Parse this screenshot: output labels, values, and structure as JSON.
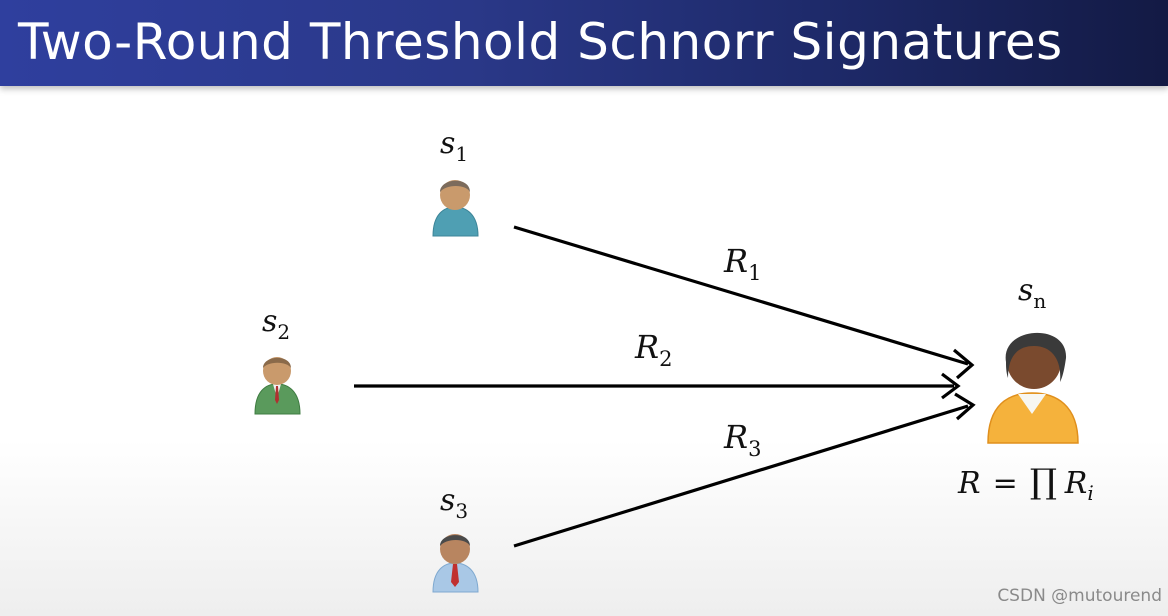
{
  "slide": {
    "title": "Two-Round Threshold Schnorr Signatures"
  },
  "signers": [
    {
      "id": "s1",
      "base": "s",
      "sub": "1",
      "icon": "person-teal-icon",
      "shirt": "#4f9fb3",
      "shirt_dark": "#3d8598"
    },
    {
      "id": "s2",
      "base": "s",
      "sub": "2",
      "icon": "person-green-suit-icon",
      "shirt": "#5a9a5c",
      "shirt_dark": "#3f7c42"
    },
    {
      "id": "s3",
      "base": "s",
      "sub": "3",
      "icon": "person-blue-shirt-icon",
      "shirt": "#a9c8e6",
      "shirt_dark": "#7fa9d0"
    },
    {
      "id": "sn",
      "base": "s",
      "sub": "n",
      "icon": "person-orange-icon",
      "shirt": "#f5b23c",
      "shirt_dark": "#e08f1c"
    }
  ],
  "arrows": [
    {
      "id": "r1",
      "base": "R",
      "sub": "1"
    },
    {
      "id": "r2",
      "base": "R",
      "sub": "2"
    },
    {
      "id": "r3",
      "base": "R",
      "sub": "3"
    }
  ],
  "formula": {
    "lhs": "R",
    "equals": "=",
    "product": "∏",
    "rhs_base": "R",
    "rhs_sub": "i"
  },
  "watermark": "CSDN @mutourend",
  "colors": {
    "title_bar_start": "#2f3f9e",
    "title_bar_end": "#131a44",
    "arrow": "#000000"
  }
}
